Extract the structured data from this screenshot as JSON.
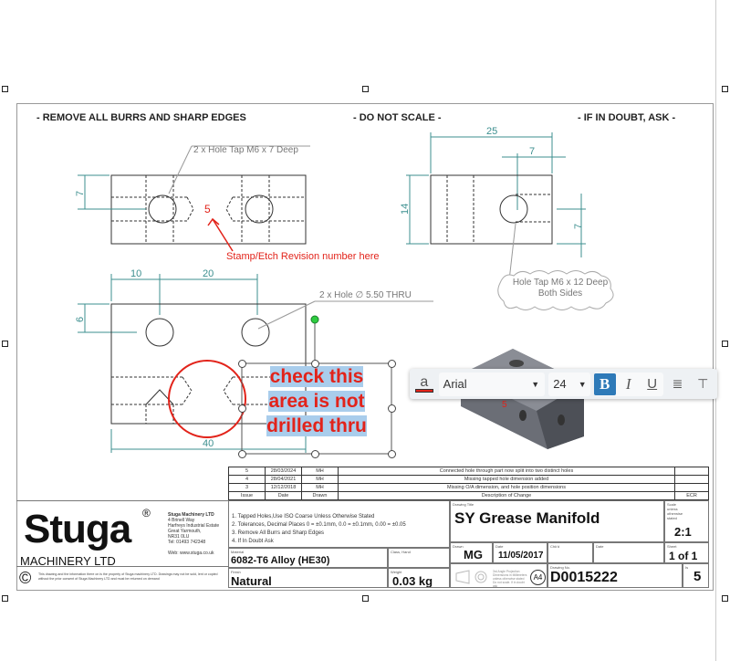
{
  "header_notes": {
    "left": "- REMOVE ALL BURRS AND SHARP EDGES",
    "center": "- DO NOT SCALE -",
    "right": "- IF IN DOUBT, ASK -"
  },
  "drawing": {
    "callout_tap_7": "2 x Hole Tap M6 x 7 Deep",
    "callout_revision_number": "5",
    "callout_stamp": "Stamp/Etch Revision number here",
    "callout_hole_thru": "2 x Hole ∅ 5.50 THRU",
    "callout_tap_12_line1": "Hole Tap M6 x 12 Deep",
    "callout_tap_12_line2": "Both Sides",
    "dims": {
      "top_left_7": "7",
      "right_25": "25",
      "right_7_top": "7",
      "right_14": "14",
      "right_7_side": "7",
      "front_10": "10",
      "front_20": "20",
      "front_6": "6",
      "front_40": "40"
    },
    "iso_revision_mark": "5"
  },
  "annotation_text": {
    "line1": "check this",
    "line2": "area is not",
    "line3": "drilled thru"
  },
  "toolbar": {
    "font_family": "Arial",
    "font_size": "24",
    "bold": "B",
    "italic": "I",
    "underline": "U",
    "text_color": "#e2231a",
    "bold_active": true
  },
  "revisions": {
    "headers": [
      "Issue",
      "Date",
      "Drawn",
      "Description of Change",
      "ECR"
    ],
    "rows": [
      [
        "5",
        "28/03/2024",
        "MH",
        "Connected hole through part now split into two distinct holes",
        ""
      ],
      [
        "4",
        "28/04/2021",
        "MH",
        "Missing tapped hole dimension added",
        ""
      ],
      [
        "3",
        "12/12/2018",
        "MH",
        "Missing O/A dimension, and hole position dimensions",
        ""
      ]
    ]
  },
  "title_block": {
    "logo": "Stuga",
    "logo_sub": "MACHINERY LTD",
    "company_name": "Stuga Machinery LTD",
    "address": [
      "4 Brinell Way",
      "Harfreys Industrial Estate",
      "Great Yarmouth,",
      "NR31 0LU",
      "Tel: 01493 742348"
    ],
    "web": "Web: www.stuga.co.uk",
    "copyright": "This drawing and the information there on is the property of Stuga machinery LTD. Drawings may not be sold, lent or copied without the prior consent of Stuga Machinery LTD and must be returned on demand",
    "notes": [
      "1. Tapped Holes,Use ISO Coarse Unless Otherwise Stated",
      "2. Tolerances, Decimal Places 0 = ±0.1mm, 0.0 = ±0.1mm, 0.00 = ±0.05",
      "3. Remove All Burrs and Sharp Edges",
      "4. If In Doubt Ask"
    ],
    "material_label": "Material",
    "material": "6082-T6 Alloy (HE30)",
    "class_label": "Class, Hand",
    "finish_label": "Finish",
    "finish": "Natural",
    "weight_label": "Weight",
    "weight": "0.03 kg",
    "title_label": "Drawing Title",
    "title": "SY Grease Manifold",
    "scale_label": "Scale unless otherwise stated",
    "scale": "2:1",
    "drawn_label": "Drawn",
    "drawn": "MG",
    "date_label": "Date",
    "date": "11/05/2017",
    "chkd_label": "Chk'd",
    "chk_date_label": "Date",
    "sheet_label": "Sheet",
    "sheet": "1 of 1",
    "projection": "3rd Angle Projection Dimensions in Millimeters unless otherwise stated Do not scale. If in doubt ask",
    "paper_size": "A4",
    "drawing_no_label": "Drawing No.",
    "drawing_no": "D0015222",
    "issue_label": "Is",
    "issue": "5"
  }
}
